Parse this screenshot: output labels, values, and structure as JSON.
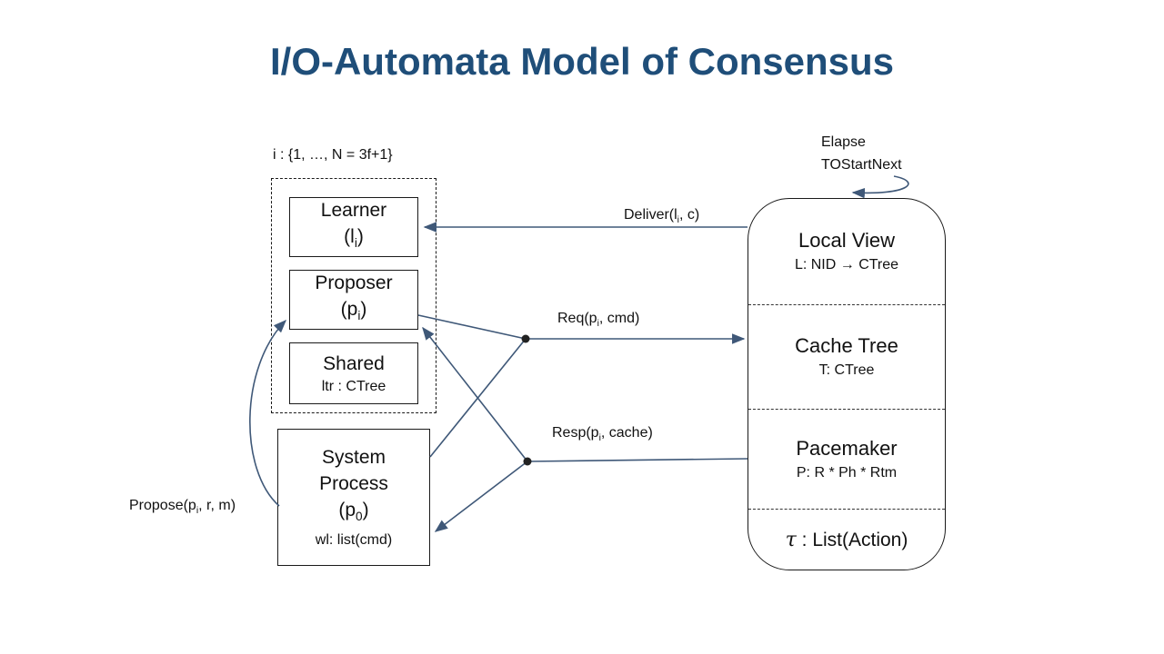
{
  "title": "I/O-Automata Model of Consensus",
  "colors": {
    "title": "#1F4E79",
    "connector": "#3F5878",
    "border": "#1a1a1a"
  },
  "cluster": {
    "index_label": "i : {1, …, N = 3f+1}",
    "learner": {
      "name": "Learner",
      "id_pre": "(l",
      "id_sub": "i",
      "id_post": ")"
    },
    "proposer": {
      "name": "Proposer",
      "id_pre": "(p",
      "id_sub": "i",
      "id_post": ")"
    },
    "shared": {
      "name": "Shared",
      "detail": "ltr : CTree"
    }
  },
  "system_process": {
    "line1": "System",
    "line2": "Process",
    "id_pre": "(p",
    "id_sub": "0",
    "id_post": ")",
    "detail": "wl: list(cmd)"
  },
  "replica": {
    "loop_label_line1": "Elapse",
    "loop_label_line2": "TOStartNext",
    "sections": [
      {
        "title": "Local View",
        "detail": "L: NID → CTree"
      },
      {
        "title": "Cache Tree",
        "detail": "T: CTree"
      },
      {
        "title": "Pacemaker",
        "detail": "P: R * Ph * Rtm"
      }
    ],
    "footer_tau": "τ",
    "footer_rest": " : List(Action)"
  },
  "edges": {
    "deliver": {
      "pre": "Deliver(l",
      "sub": "i",
      "post": ", c)"
    },
    "req": {
      "pre": "Req(p",
      "sub": "i",
      "post": ", cmd)"
    },
    "resp": {
      "pre": "Resp(p",
      "sub": "i",
      "post": ", cache)"
    },
    "propose": {
      "pre": "Propose(p",
      "sub": "i",
      "post": ", r, m)"
    }
  }
}
